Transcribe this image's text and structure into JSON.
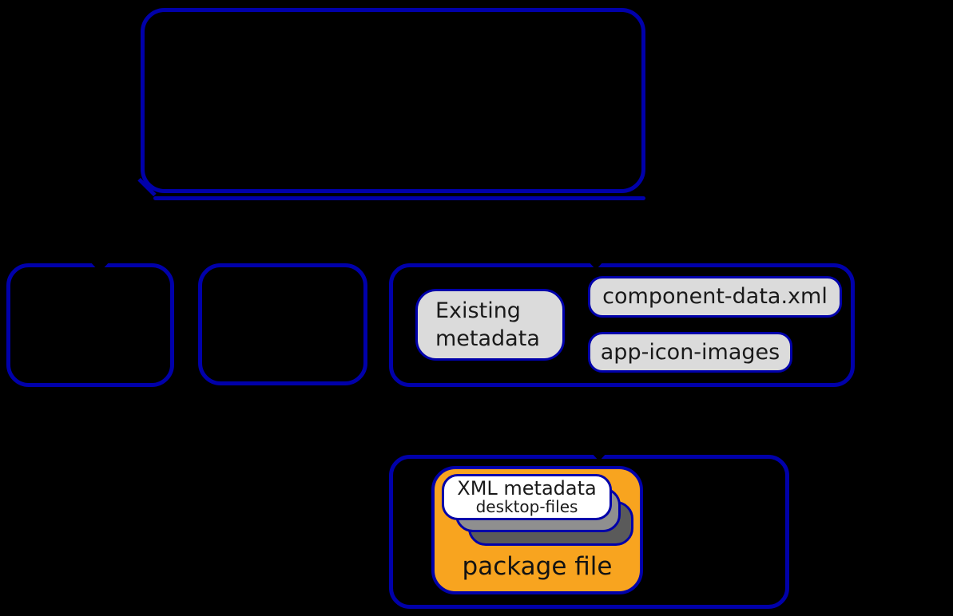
{
  "diagram": {
    "description": "Packaging metadata flow diagram on black background",
    "colors": {
      "background": "#000000",
      "node_border": "#0000AA",
      "gray_fill": "#DBDBDB",
      "orange_fill": "#F8A41F",
      "card_front_fill": "#FFFFFF",
      "card_mid_fill": "#8F8F8F",
      "card_back_fill": "#5A5A5A",
      "text": "#1A1A1A"
    },
    "metadata_group": {
      "existing_metadata_label": "Existing metadata",
      "files": [
        "component-data.xml",
        "app-icon-images"
      ]
    },
    "package_group": {
      "stack_line1": "XML metadata",
      "stack_line2": "desktop-files",
      "package_label": "package file"
    }
  }
}
